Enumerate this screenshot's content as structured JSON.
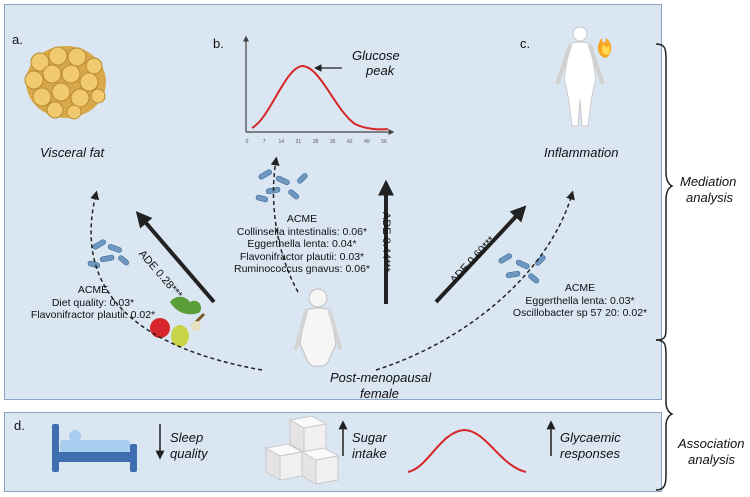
{
  "panels": {
    "a": {
      "letter": "a.",
      "title": "Visceral fat",
      "acme": [
        "ACME",
        "Diet quality: 0.03*",
        "Flavonifractor plautii: 0.02*"
      ],
      "ade": "ADE 0.28***"
    },
    "b": {
      "letter": "b.",
      "title_line1": "Glucose",
      "title_line2": "peak",
      "x_ticks": [
        "0",
        "7",
        "14",
        "21",
        "28",
        "35",
        "42",
        "49",
        "56"
      ],
      "acme": [
        "ACME",
        "Collinsella intestinalis: 0.06*",
        "Eggerthella lenta: 0.04*",
        "Flavonifractor plautii: 0.03*",
        "Ruminococcus gnavus: 0.06*"
      ],
      "ade": "ADE 0.44***"
    },
    "c": {
      "letter": "c.",
      "title": "Inflammation",
      "acme": [
        "ACME",
        "Eggerthella lenta: 0.03*",
        "Oscillobacter sp 57 20: 0.02*"
      ],
      "ade": "ADE 0.60***"
    },
    "d": {
      "letter": "d.",
      "items": [
        {
          "line1": "Sleep",
          "line2": "quality",
          "direction": "down"
        },
        {
          "line1": "Sugar",
          "line2": "intake",
          "direction": "up"
        },
        {
          "line1": "Glycaemic",
          "line2": "responses",
          "direction": "up"
        }
      ]
    }
  },
  "center": {
    "line1": "Post-menopausal",
    "line2": "female"
  },
  "side": {
    "mediation_line1": "Mediation",
    "mediation_line2": "analysis",
    "association_line1": "Association",
    "association_line2": "analysis"
  },
  "colors": {
    "panel_bg": "#dbe6f3",
    "panel_border": "#8aa4c8",
    "curve": "#d62728",
    "fat": "#e8b85a"
  }
}
